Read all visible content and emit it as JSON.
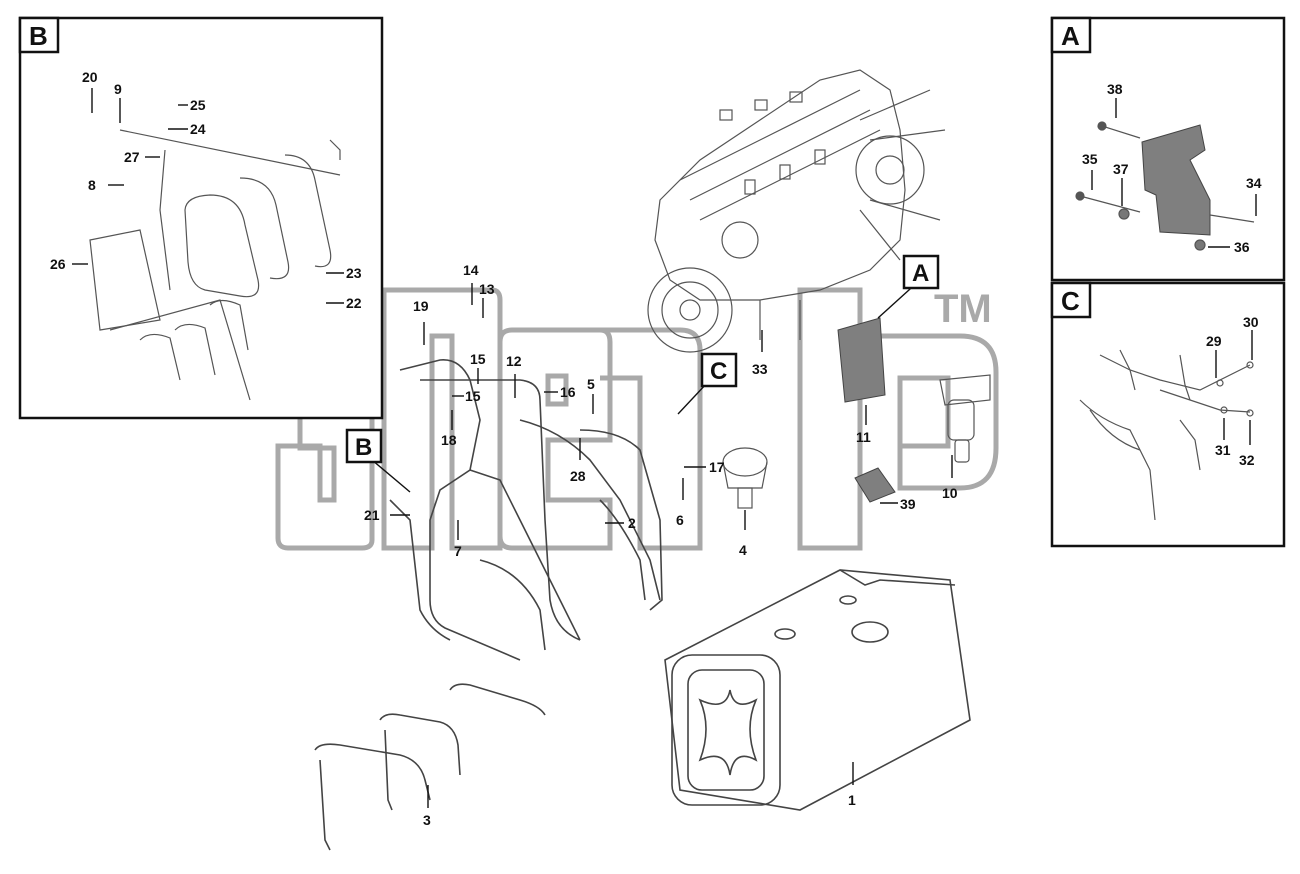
{
  "watermark": {
    "trademark": "TM"
  },
  "detail_views": [
    {
      "letter": "A",
      "numbers": [
        "38",
        "35",
        "37",
        "34",
        "36"
      ]
    },
    {
      "letter": "B",
      "numbers": [
        "20",
        "9",
        "25",
        "24",
        "27",
        "8",
        "26",
        "23",
        "22"
      ]
    },
    {
      "letter": "C",
      "numbers": [
        "30",
        "29",
        "31",
        "32"
      ]
    }
  ],
  "main_callouts": {
    "tags": [
      "A",
      "B",
      "C"
    ],
    "numbers": [
      "14",
      "13",
      "19",
      "15",
      "12",
      "15",
      "16",
      "5",
      "18",
      "28",
      "17",
      "6",
      "2",
      "4",
      "33",
      "11",
      "10",
      "39",
      "21",
      "7",
      "1",
      "3"
    ]
  },
  "colors": {
    "ink": "#111111",
    "line_art": "#555555",
    "watermark": "#a9a9a9",
    "shaded_part": "#7f7f7f"
  }
}
